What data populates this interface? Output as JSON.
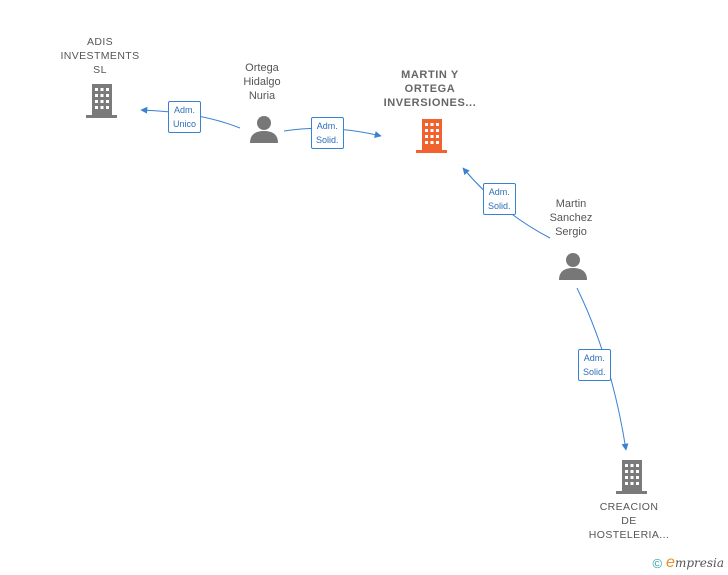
{
  "nodes": {
    "adis": {
      "label": "ADIS\nINVESTMENTS\nSL",
      "type": "company",
      "color": "#7a7a7a"
    },
    "ortega": {
      "label": "Ortega\nHidalgo\nNuria",
      "type": "person",
      "color": "#777777"
    },
    "martin_ortega": {
      "label": "MARTIN Y\nORTEGA\nINVERSIONES...",
      "type": "company-focus",
      "color": "#f0622f"
    },
    "martin_sanchez": {
      "label": "Martin\nSanchez\nSergio",
      "type": "person",
      "color": "#777777"
    },
    "creacion": {
      "label": "CREACION\nDE\nHOSTELERIA...",
      "type": "company",
      "color": "#7a7a7a"
    }
  },
  "edges": {
    "e1": {
      "label": "Adm.\nUnico",
      "from": "ortega",
      "to": "adis"
    },
    "e2": {
      "label": "Adm.\nSolid.",
      "from": "ortega",
      "to": "martin_ortega"
    },
    "e3": {
      "label": "Adm.\nSolid.",
      "from": "martin_sanchez",
      "to": "martin_ortega"
    },
    "e4": {
      "label": "Adm.\nSolid.",
      "from": "martin_sanchez",
      "to": "creacion"
    }
  },
  "edge_color": "#3a82d1",
  "footer": {
    "copyright": "©",
    "brand_initial": "e",
    "brand_rest": "mpresia"
  }
}
